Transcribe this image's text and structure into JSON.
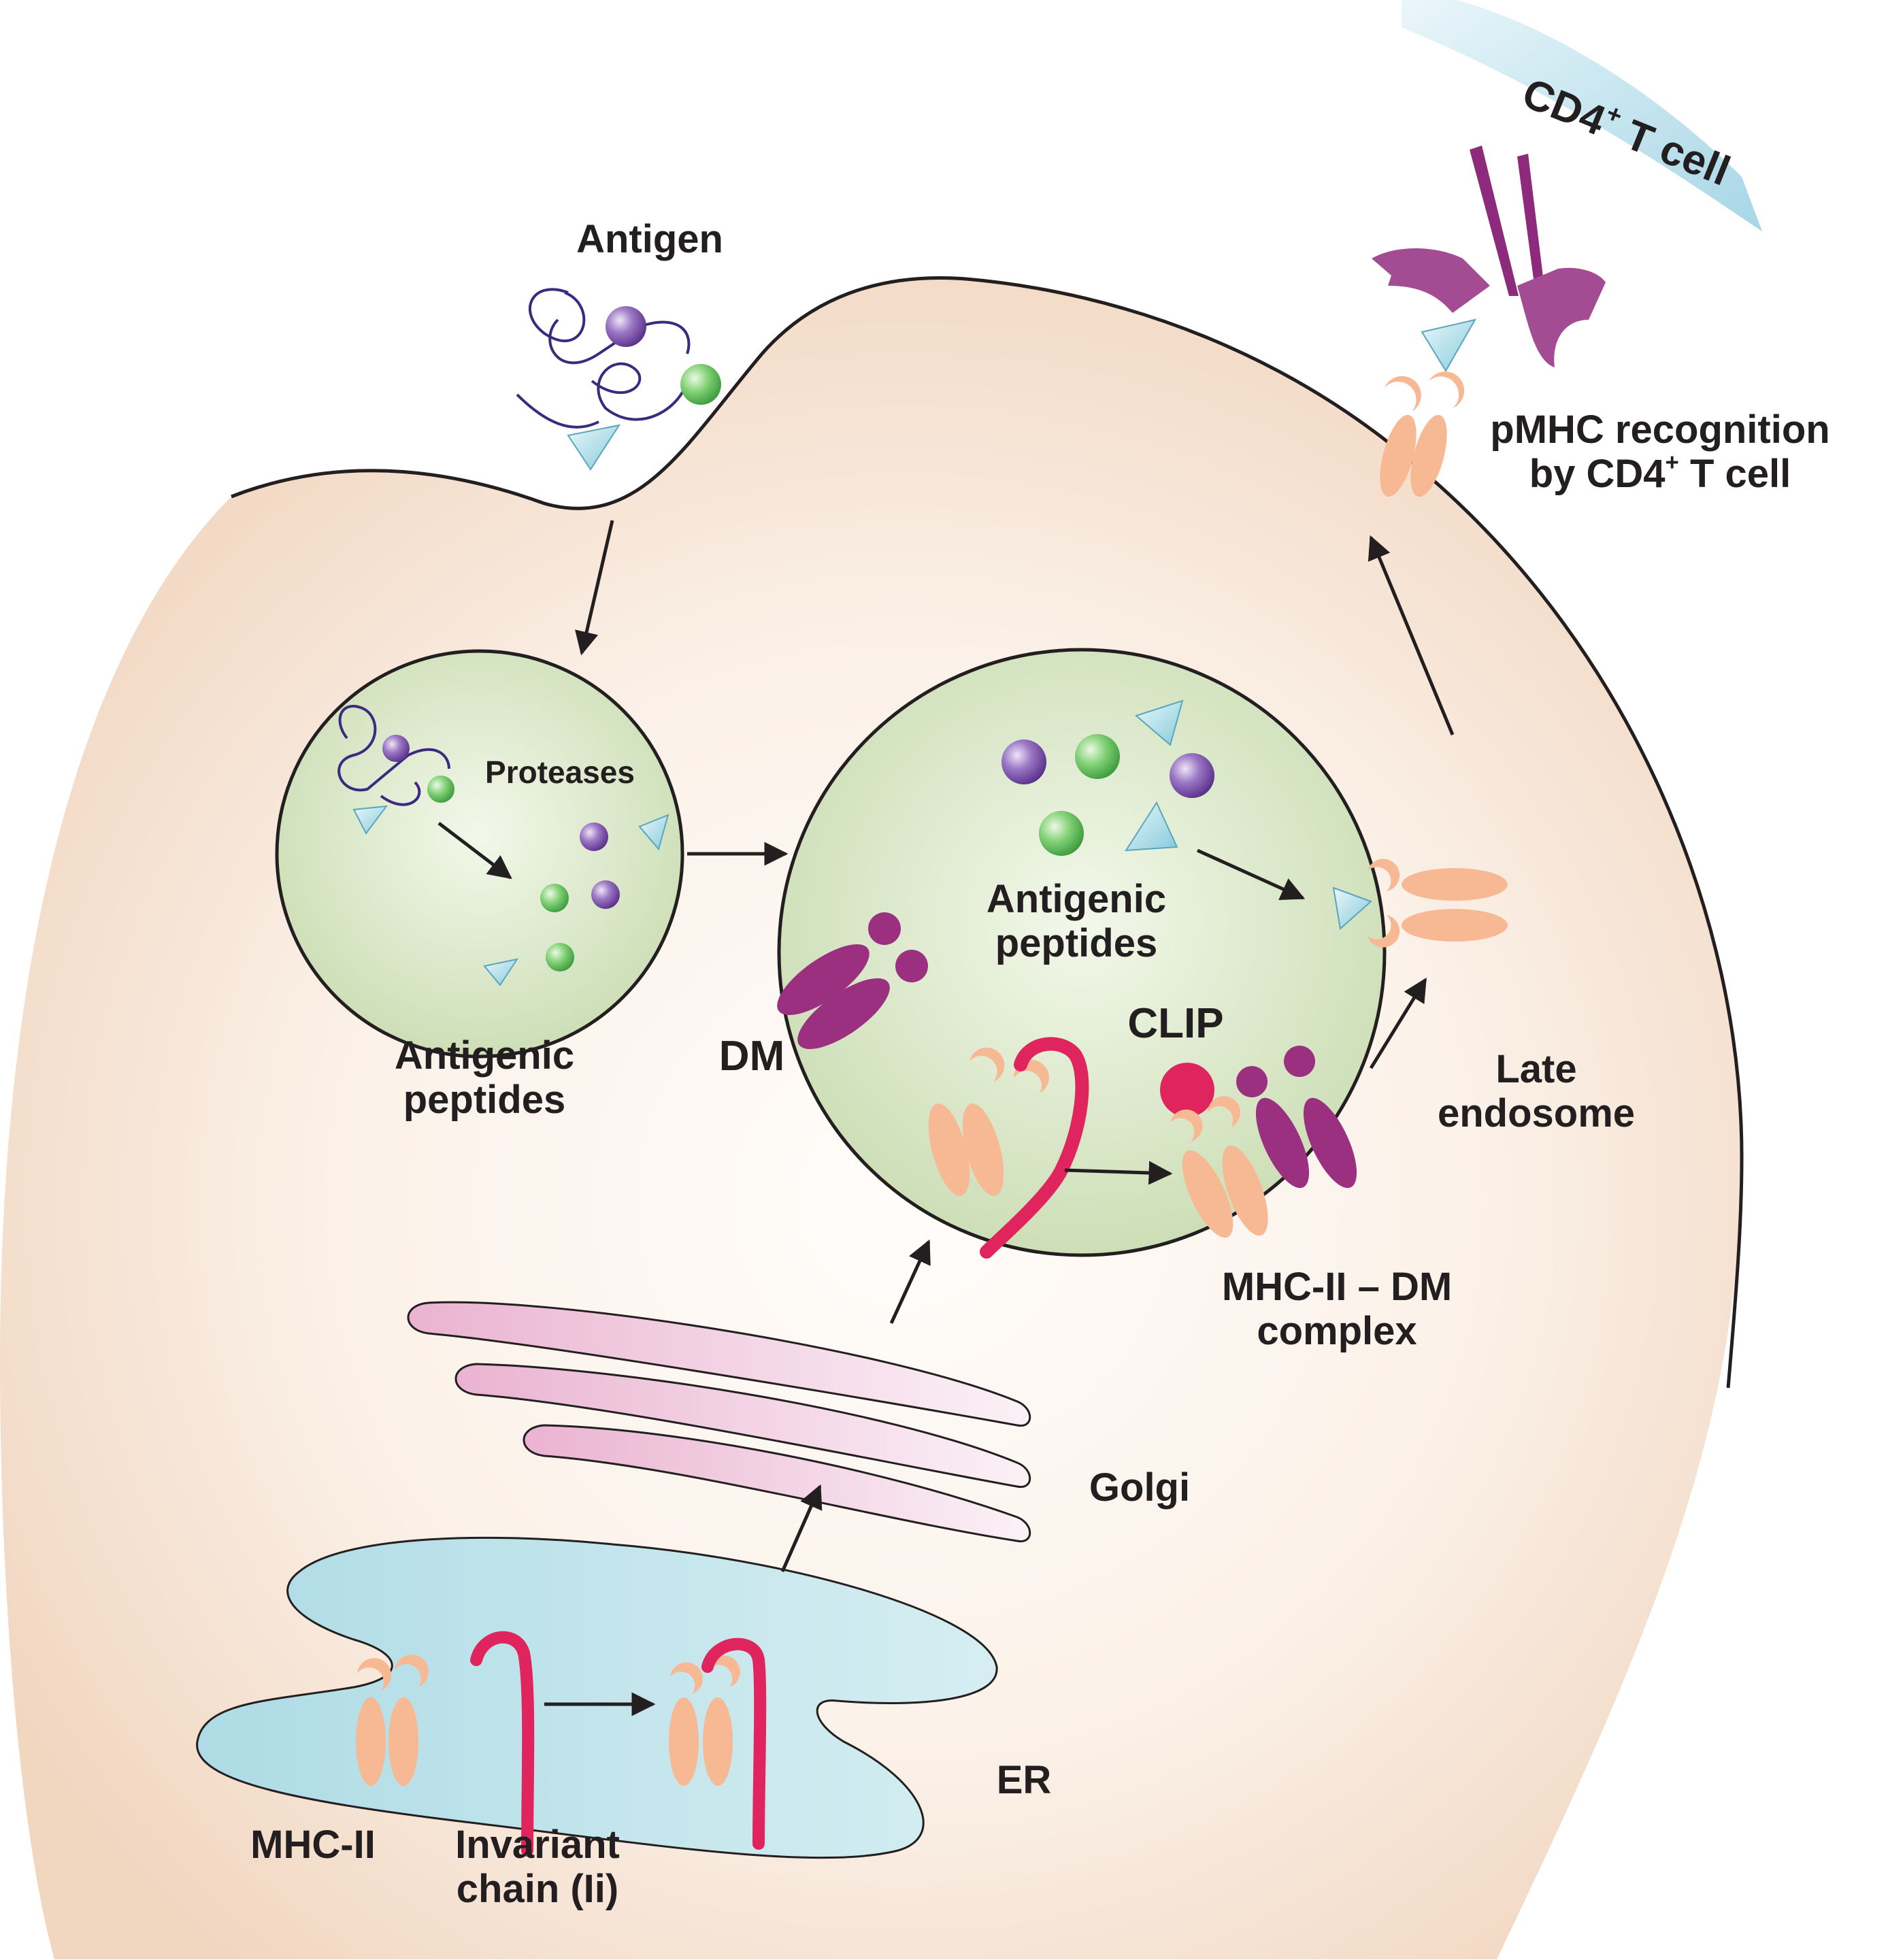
{
  "labels": {
    "antigen": "Antigen",
    "proteases": "Proteases",
    "antigenic_peptides_1": [
      "Antigenic",
      "peptides"
    ],
    "antigenic_peptides_2": [
      "Antigenic",
      "peptides"
    ],
    "dm": "DM",
    "clip": "CLIP",
    "late_endosome": [
      "Late",
      "endosome"
    ],
    "mhc_dm_complex": [
      "MHC-II – DM",
      "complex"
    ],
    "golgi": "Golgi",
    "er": "ER",
    "mhc_ii": "MHC-II",
    "invariant_chain": [
      "Invariant",
      "chain (Ii)"
    ],
    "tcell": {
      "pre": "CD4",
      "sup": "+",
      "post": " T cell"
    },
    "pmhc": {
      "line1": "pMHC recognition",
      "pre": "by CD4",
      "sup": "+",
      "post": " T cell"
    }
  },
  "colors": {
    "cytoplasm": "#f7e6d6",
    "vesicle": "#d4e3bf",
    "er": "#bfe0e6",
    "golgi": "#f0c8dc",
    "mhc": "#f7b894",
    "dm": "#9b2f80",
    "invariant_chain": "#e0245e",
    "peptide_purple": "#8a63b3",
    "peptide_green": "#6cc36a",
    "peptide_triangle": "#a8dbe8",
    "tcr": "#8d2a7c",
    "tcell_membrane": "#bde3ee"
  }
}
